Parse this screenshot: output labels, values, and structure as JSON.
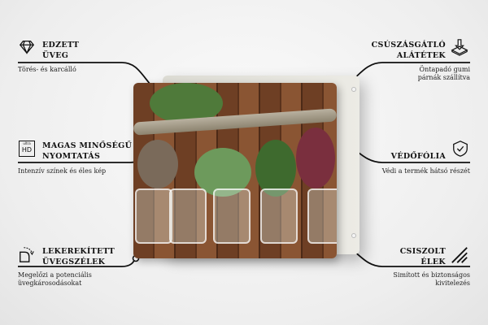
{
  "features": {
    "tempered_glass": {
      "title_line1": "EDZETT",
      "title_line2": "ÜVEG",
      "desc": "Törés- és karcálló",
      "icon": "diamond-icon"
    },
    "hd_print": {
      "title_line1": "MAGAS MINŐSÉGŰ",
      "title_line2": "NYOMTATÁS",
      "desc": "Intenzív színek és éles kép",
      "icon": "ultra-hd-icon",
      "icon_text_top": "ultra",
      "icon_text_bottom": "HD"
    },
    "rounded_edges": {
      "title_line1": "LEKEREKÍTETT",
      "title_line2": "ÜVEGSZÉLEK",
      "desc_line1": "Megelőzi a potenciális",
      "desc_line2": "üvegkárosodásokat",
      "icon": "rounded-corner-icon"
    },
    "anti_slip": {
      "title_line1": "CSÚSZÁSGÁTLÓ",
      "title_line2": "ALÁTÉTEK",
      "desc_line1": "Öntapadó gumi",
      "desc_line2": "párnák szállítva",
      "icon": "anti-slip-pad-icon"
    },
    "protective_foil": {
      "title": "VÉDŐFÓLIA",
      "desc": "Védi a termék hátsó részét",
      "icon": "shield-check-icon"
    },
    "polished_edges": {
      "title_line1": "CSISZOLT",
      "title_line2": "ÉLEK",
      "desc_line1": "Simított és biztonságos",
      "desc_line2": "kivitelezés",
      "icon": "polished-edge-icon"
    }
  }
}
